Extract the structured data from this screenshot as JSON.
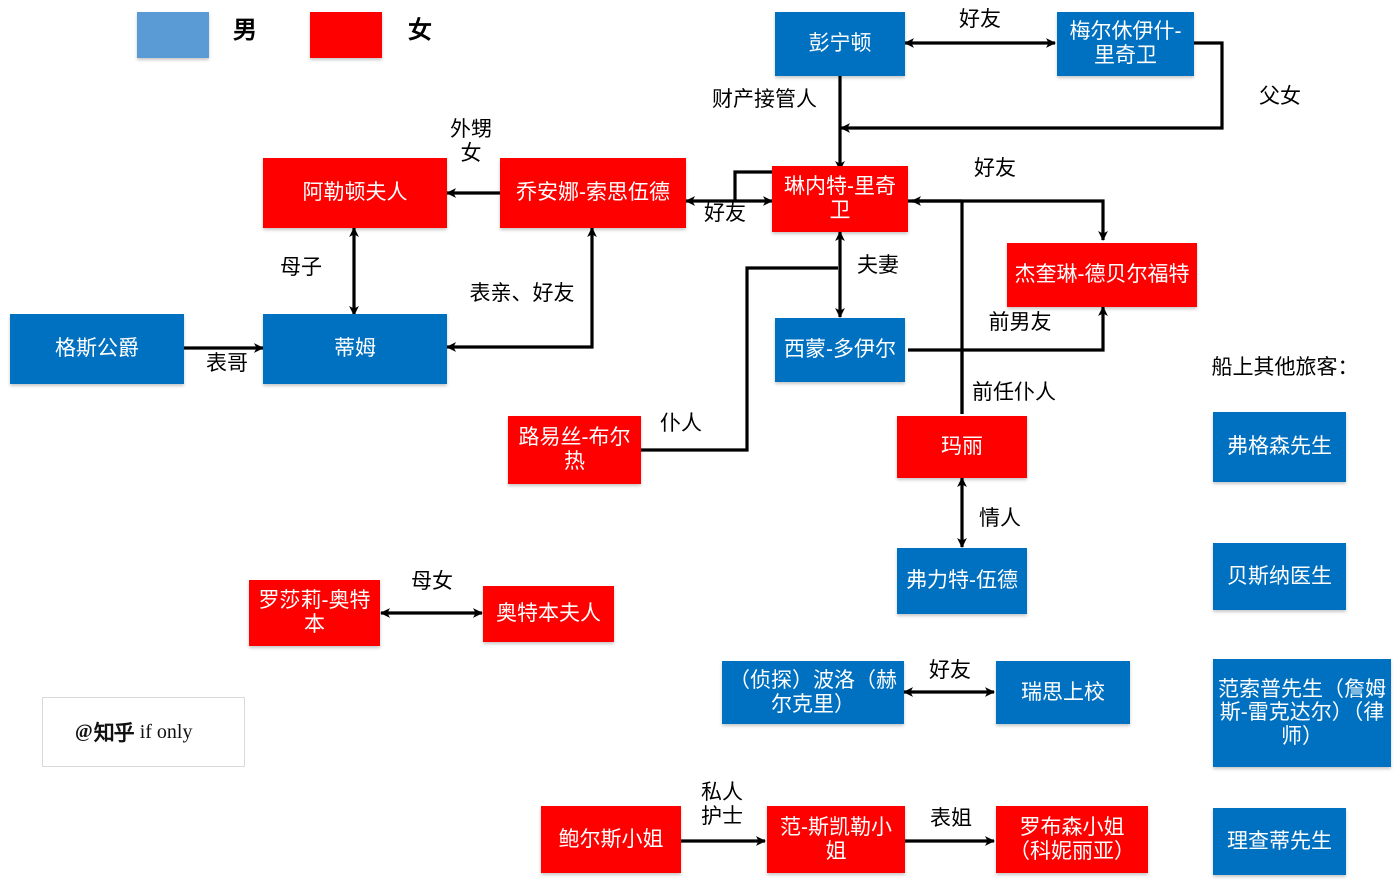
{
  "legend": {
    "male_label": "男",
    "female_label": "女",
    "male_color": "#5B9BD5",
    "female_color": "#FF0000",
    "node_male_color": "#0070C0",
    "node_female_color": "#FF0000"
  },
  "section": {
    "other_passengers_title": "船上其他旅客："
  },
  "watermark": {
    "at": "@",
    "brand": "知乎",
    "tail": "if only"
  },
  "nodes": {
    "pennington": {
      "label": "彭宁顿",
      "sex": "male"
    },
    "meryl_ridgeway": {
      "label": "梅尔休伊什-里奇卫",
      "sex": "male"
    },
    "mrs_allerton": {
      "label": "阿勒顿夫人",
      "sex": "female"
    },
    "joanna_southwood": {
      "label": "乔安娜-索思伍德",
      "sex": "female"
    },
    "linnet_ridgeway": {
      "label": "琳内特-里奇卫",
      "sex": "female"
    },
    "jacqueline": {
      "label": "杰奎琳-德贝尔福特",
      "sex": "female"
    },
    "duke_gus": {
      "label": "格斯公爵",
      "sex": "male"
    },
    "tim": {
      "label": "蒂姆",
      "sex": "male"
    },
    "simon_doyle": {
      "label": "西蒙-多伊尔",
      "sex": "male"
    },
    "louise_bourget": {
      "label": "路易丝-布尔热",
      "sex": "female"
    },
    "marie": {
      "label": "玛丽",
      "sex": "female"
    },
    "fleetwood": {
      "label": "弗力特-伍德",
      "sex": "male"
    },
    "rosalie_otterbourne": {
      "label": "罗莎莉-奥特本",
      "sex": "female"
    },
    "mrs_otterbourne": {
      "label": "奥特本夫人",
      "sex": "female"
    },
    "poirot": {
      "label": "（侦探）波洛（赫尔克里）",
      "sex": "male"
    },
    "colonel_race": {
      "label": "瑞思上校",
      "sex": "male"
    },
    "miss_bowers": {
      "label": "鲍尔斯小姐",
      "sex": "female"
    },
    "miss_van_schuyler": {
      "label": "范-斯凯勒小姐",
      "sex": "female"
    },
    "miss_robson": {
      "label": "罗布森小姐（科妮丽亚）",
      "sex": "female"
    },
    "mr_ferguson": {
      "label": "弗格森先生",
      "sex": "male"
    },
    "dr_bessner": {
      "label": "贝斯纳医生",
      "sex": "male"
    },
    "mr_fanthorp": {
      "label": "范索普先生（詹姆斯-雷克达尔）（律师）",
      "sex": "male"
    },
    "mr_richetti": {
      "label": "理查蒂先生",
      "sex": "male"
    }
  },
  "edges": {
    "pennington_meryl": {
      "label": "好友"
    },
    "meryl_linnet": {
      "label": "父女"
    },
    "pennington_linnet": {
      "label": "财产接管人"
    },
    "joanna_allerton": {
      "label": "外甥\n女"
    },
    "joanna_linnet": {
      "label": "好友"
    },
    "allerton_tim": {
      "label": "母子"
    },
    "joanna_tim": {
      "label": "表亲、好友"
    },
    "duke_tim": {
      "label": "表哥"
    },
    "linnet_jacqueline": {
      "label": "好友"
    },
    "linnet_simon": {
      "label": "夫妻"
    },
    "simon_jacqueline": {
      "label": "前男友"
    },
    "louise_simon": {
      "label": "仆人"
    },
    "marie_linnet": {
      "label": "前任仆人"
    },
    "marie_fleetwood": {
      "label": "情人"
    },
    "rosalie_mother": {
      "label": "母女"
    },
    "poirot_race": {
      "label": "好友"
    },
    "bowers_vanschuyler": {
      "label": "私人\n护士"
    },
    "vanschuyler_robson": {
      "label": "表姐"
    }
  }
}
